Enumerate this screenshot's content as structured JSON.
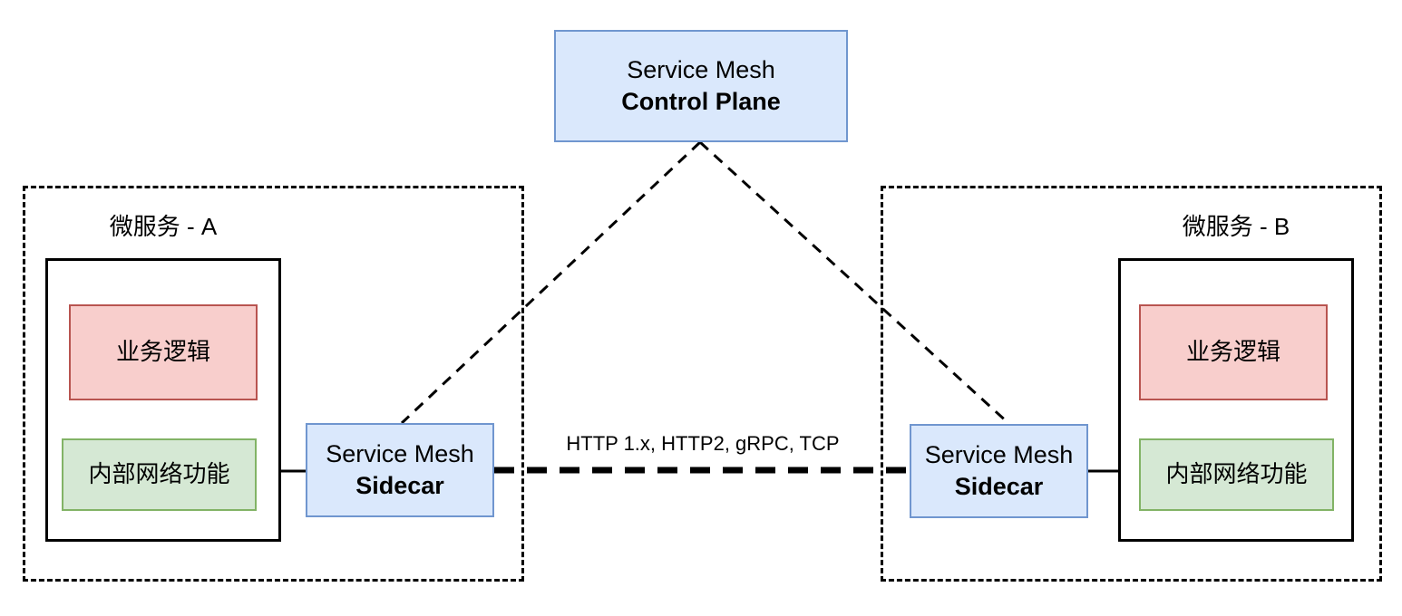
{
  "diagram": {
    "control_plane": {
      "line1": "Service Mesh",
      "line2": "Control Plane"
    },
    "link": {
      "protocols_label": "HTTP 1.x, HTTP2, gRPC, TCP"
    },
    "services": [
      {
        "label": "微服务 - A",
        "business_logic": "业务逻辑",
        "network_functions": "内部网络功能",
        "sidecar": {
          "line1": "Service Mesh",
          "line2": "Sidecar"
        }
      },
      {
        "label": "微服务 - B",
        "business_logic": "业务逻辑",
        "network_functions": "内部网络功能",
        "sidecar": {
          "line1": "Service Mesh",
          "line2": "Sidecar"
        }
      }
    ],
    "colors": {
      "blue_fill": "#dae8fc",
      "blue_stroke": "#7096cf",
      "red_fill": "#f8cecc",
      "red_stroke": "#b85450",
      "green_fill": "#d5e8d4",
      "green_stroke": "#82b366",
      "line": "#000000",
      "background": "#ffffff"
    }
  }
}
